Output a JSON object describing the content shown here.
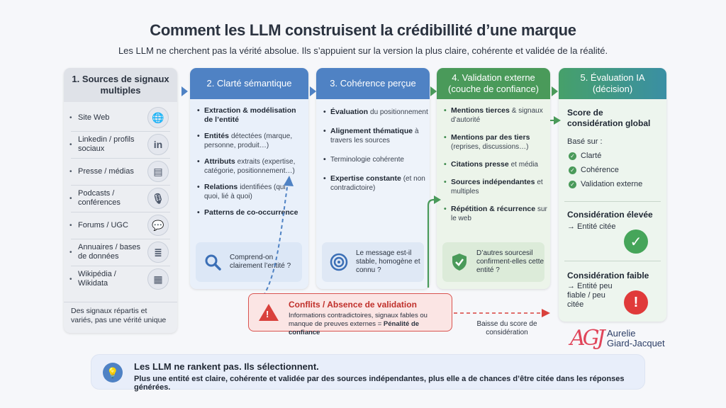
{
  "title": "Comment les LLM construisent la crédibillité d’une marque",
  "subtitle": "Les LLM ne cherchent pas la vérité absolue. Ils s’appuient sur la version la plus claire, cohérente et validée de la réalité.",
  "col1": {
    "title": "1. Sources de signaux multiples",
    "items": [
      {
        "label": "Site Web",
        "icon": "globe-icon",
        "glyph": "🌐"
      },
      {
        "label": "Linkedin / profils sociaux",
        "icon": "linkedin-icon",
        "glyph": "in"
      },
      {
        "label": "Presse / médias",
        "icon": "newspaper-icon",
        "glyph": "▤"
      },
      {
        "label": "Podcasts / conférences",
        "icon": "microphone-icon",
        "glyph": "🎙"
      },
      {
        "label": "Forums / UGC",
        "icon": "chat-icon",
        "glyph": "💬"
      },
      {
        "label": "Annuaires / bases de données",
        "icon": "database-icon",
        "glyph": "≣"
      },
      {
        "label": "Wikipédia / Wikidata",
        "icon": "wiki-icon",
        "glyph": "▦"
      }
    ],
    "footer": "Des signaux répartis et variés, pas une vérité unique"
  },
  "col2": {
    "title": "2. Clarté sémantique",
    "items": [
      {
        "main": "Extraction & modélisation de l’entité",
        "sub": ""
      },
      {
        "main": "Entités",
        "sub": "détectées (marque, personne, produit…)"
      },
      {
        "main": "Attributs",
        "sub": "extraits (expertise, catégorie, positionnement…)"
      },
      {
        "main": "Relations",
        "sub": "identifiées (qui, quoi, lié à quoi)"
      },
      {
        "main": "Patterns de co-occurrence",
        "sub": ""
      }
    ],
    "question": "Comprend-on clairement l’entité ?"
  },
  "col3": {
    "title": "3. Cohérence perçue",
    "items": [
      {
        "main": "Évaluation",
        "sub": "du positionnement"
      },
      {
        "main": "Alignement thématique",
        "sub": "à travers les sources"
      },
      {
        "main": "",
        "sub": "Terminologie cohérente"
      },
      {
        "main": "Expertise constante",
        "sub": "(et non contradictoire)"
      }
    ],
    "question": "Le message est-il stable, homogène et connu ?"
  },
  "col4": {
    "title": "4. Validation externe (couche de confiance)",
    "items": [
      {
        "main": "Mentions tierces",
        "sub": "& signaux d’autorité"
      },
      {
        "main": "Mentions par des tiers",
        "sub": "(reprises, discussions…)"
      },
      {
        "main": "Citations presse",
        "sub": "et média"
      },
      {
        "main": "Sources indépendantes",
        "sub": "et multiples"
      },
      {
        "main": "Répétition & récurrence",
        "sub": "sur le web"
      }
    ],
    "question": "D’autres sourcesil confirment-elles cette entité ?"
  },
  "col5": {
    "title": "5. Évaluation IA (décision)",
    "score_title": "Score de considération global",
    "based_on": "Basé sur :",
    "criteria": [
      "Clarté",
      "Cohérence",
      "Validation externe"
    ],
    "high_title": "Considération élevée",
    "high_result": "→ Entité citée",
    "low_title": "Considération faible",
    "low_result": "→ Entité peu fiable / peu citée"
  },
  "conflict": {
    "title": "Conflits / Absence de validation",
    "text": "Informations contradictoires, signaux fables ou manque de preuves externes = ",
    "penalty": "Pénalité de confiance",
    "side_note": "Baisse du score de considération"
  },
  "logo": {
    "initials": "AGJ",
    "name_line1": "Aurelie",
    "name_line2": "Giard-Jacquet"
  },
  "bottom": {
    "headline": "Les LLM ne rankent pas. Ils sélectionnent.",
    "text": "Plus une entité est claire, cohérente et validée par des sources indépendantes, plus elle a de chances d’être citée dans les réponses générées."
  },
  "colors": {
    "blue": "#4f82c4",
    "green": "#4a9a5a",
    "red": "#d9413c"
  }
}
